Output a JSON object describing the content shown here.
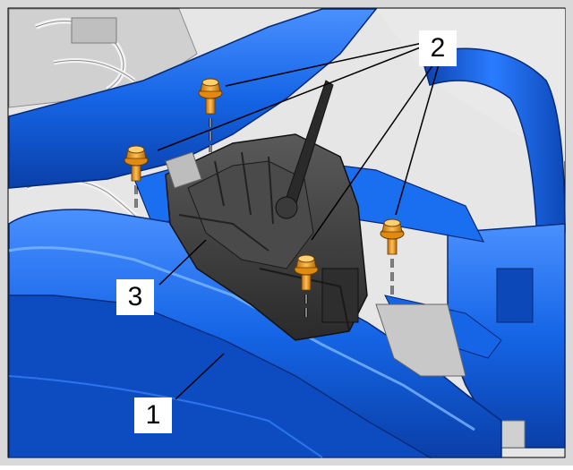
{
  "callouts": {
    "frame": "1",
    "bolts": "2",
    "shifter_housing": "3"
  },
  "colors": {
    "frame": "#1565e6",
    "frame_dark": "#0a3fa8",
    "frame_light": "#5aa0ff",
    "housing": "#3a3a3a",
    "bolt": "#f0a020",
    "background": "#d8d8d8"
  }
}
